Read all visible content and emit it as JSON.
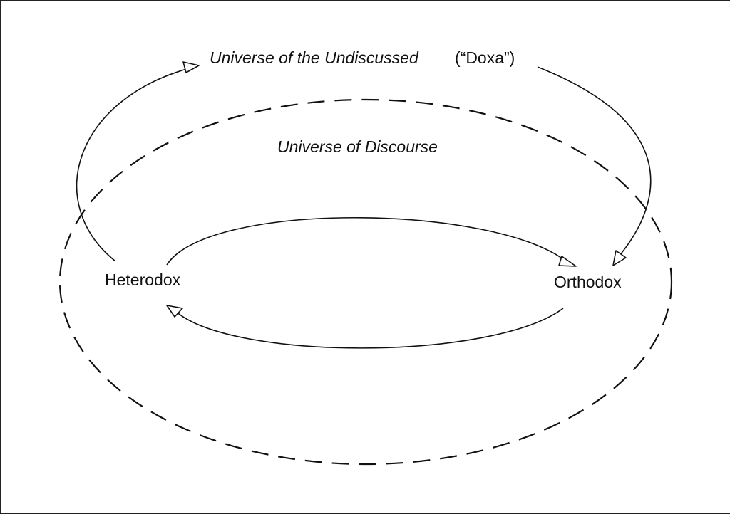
{
  "labels": {
    "undiscussed": "Universe of the Undiscussed",
    "doxa": "(“Doxa”)",
    "discourse": "Universe of Discourse",
    "heterodox": "Heterodox",
    "orthodox": "Orthodox"
  },
  "colors": {
    "stroke": "#111111",
    "frame": "#222222",
    "background": "#ffffff"
  }
}
